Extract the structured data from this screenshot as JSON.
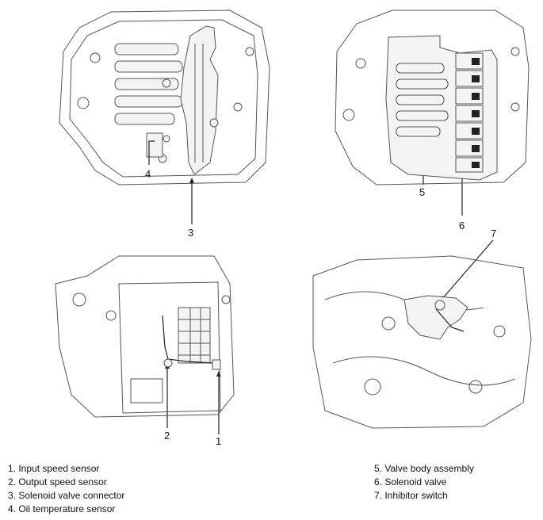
{
  "callouts": {
    "c1": "1",
    "c2": "2",
    "c3": "3",
    "c4": "4",
    "c5": "5",
    "c6": "6",
    "c7": "7"
  },
  "legend_left": [
    "1. Input speed sensor",
    "2. Output speed sensor",
    "3. Solenoid valve connector",
    "4. Oil temperature sensor"
  ],
  "legend_right": [
    "5. Valve body assembly",
    "6. Solenoid valve",
    "7. Inhibitor switch"
  ]
}
